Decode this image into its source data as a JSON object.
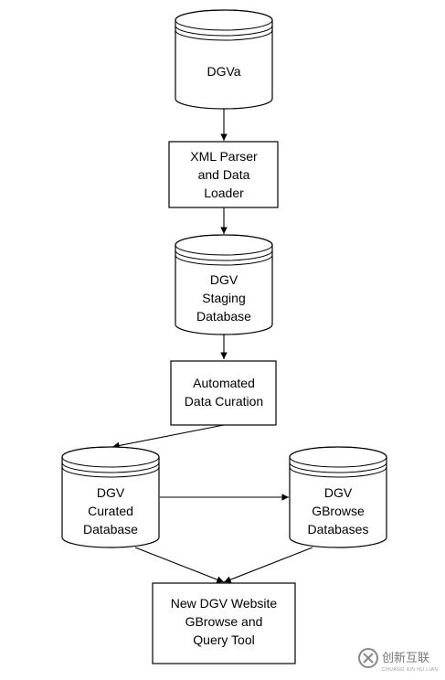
{
  "nodes": {
    "dgva": {
      "shape": "database",
      "lines": [
        "DGVa"
      ]
    },
    "xml_parser": {
      "shape": "process",
      "lines": [
        "XML Parser",
        "and Data",
        "Loader"
      ]
    },
    "staging_db": {
      "shape": "database",
      "lines": [
        "DGV",
        "Staging",
        "Database"
      ]
    },
    "curation": {
      "shape": "process",
      "lines": [
        "Automated",
        "Data Curation"
      ]
    },
    "curated_db": {
      "shape": "database",
      "lines": [
        "DGV",
        "Curated",
        "Database"
      ]
    },
    "gbrowse_db": {
      "shape": "database",
      "lines": [
        "DGV",
        "GBrowse",
        "Databases"
      ]
    },
    "website": {
      "shape": "process",
      "lines": [
        "New DGV Website",
        "GBrowse and",
        "Query Tool"
      ]
    }
  },
  "edges": [
    {
      "from": "dgva",
      "to": "xml_parser"
    },
    {
      "from": "xml_parser",
      "to": "staging_db"
    },
    {
      "from": "staging_db",
      "to": "curation"
    },
    {
      "from": "curation",
      "to": "curated_db"
    },
    {
      "from": "curated_db",
      "to": "gbrowse_db"
    },
    {
      "from": "curated_db",
      "to": "website"
    },
    {
      "from": "gbrowse_db",
      "to": "website"
    }
  ],
  "watermark": {
    "text": "创新互联",
    "subtext": "CHUANG XIN HU LIAN",
    "color": "#888888"
  }
}
